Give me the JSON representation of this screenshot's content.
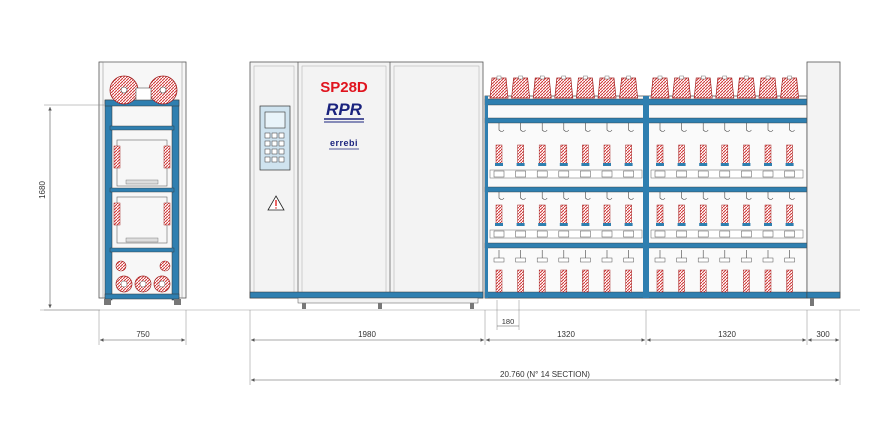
{
  "machine": {
    "model_label": "SP28D",
    "brand_logo": "RPR",
    "maker_logo": "errebi"
  },
  "dimensions": {
    "height": "1680",
    "side_width": "750",
    "control_width": "1980",
    "section1_width": "1320",
    "section2_width": "1320",
    "end_width": "300",
    "pitch": "180",
    "total": "20.760 (N° 14 SECTION)"
  },
  "colors": {
    "frame_blue": "#2f7fb0",
    "bobbin_red": "#d23a3a",
    "line": "#444444",
    "panel": "#f3f3f3",
    "model_text": "#e0141e",
    "brand_text": "#1a237e"
  },
  "icons": {
    "warning": "warning-triangle-icon",
    "control_panel": "control-panel-icon"
  }
}
